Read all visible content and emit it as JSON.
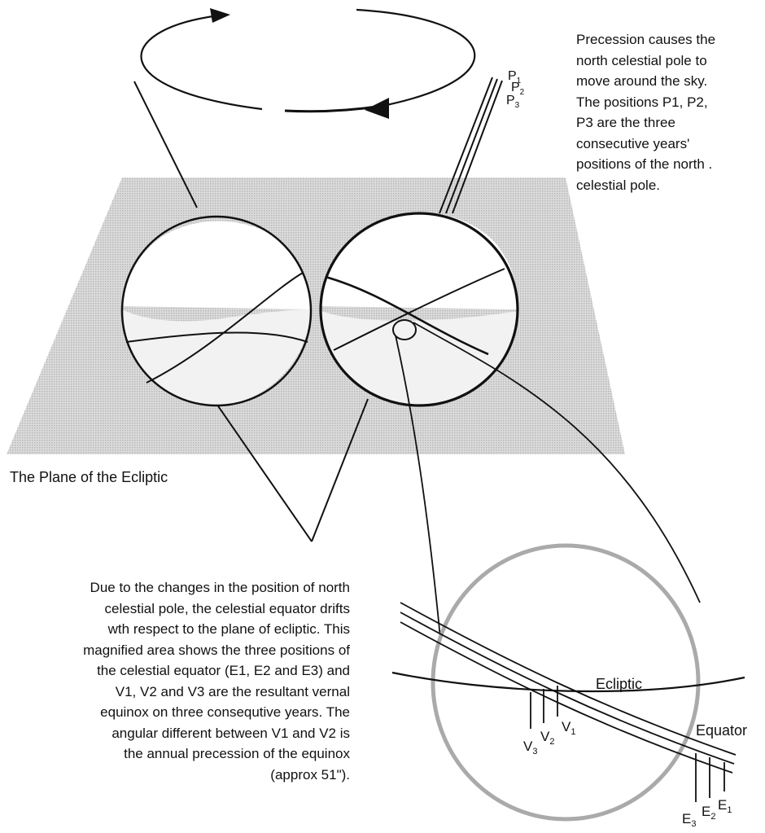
{
  "ecliptic_plane_label": "The Plane of the Ecliptic",
  "precession_note": [
    "Precession causes the",
    "north celestial pole to",
    "move around the sky.",
    "The positions P1, P2,",
    "P3 are the three",
    "consecutive years'",
    "positions of the north .",
    "celestial pole."
  ],
  "equator_drift_note": [
    "Due to the changes in the position of north",
    "celestial pole, the celestial equator drifts",
    "wth respect to the plane of ecliptic. This",
    "magnified area shows the three positions of",
    "the celestial equator (E1, E2 and E3) and",
    "V1, V2 and V3 are the resultant vernal",
    "equinox on three consequtive years. The",
    "angular different between V1 and V2 is",
    "the annual precession of the equinox",
    "(approx 51\")."
  ],
  "pole_labels": {
    "p1": "P",
    "p1_sub": "1",
    "p2": "P",
    "p2_sub": "2",
    "p3": "P",
    "p3_sub": "3"
  },
  "magnified_labels": {
    "ecliptic": "Ecliptic",
    "equator": "Equator",
    "v1": "V",
    "v1_sub": "1",
    "v2": "V",
    "v2_sub": "2",
    "v3": "V",
    "v3_sub": "3",
    "e1": "E",
    "e1_sub": "1",
    "e2": "E",
    "e2_sub": "2",
    "e3": "E",
    "e3_sub": "3"
  },
  "colors": {
    "plane": "#cfcfcf",
    "ink": "#111111",
    "magnifier_ring": "#aaaaaa",
    "paper": "#ffffff"
  }
}
